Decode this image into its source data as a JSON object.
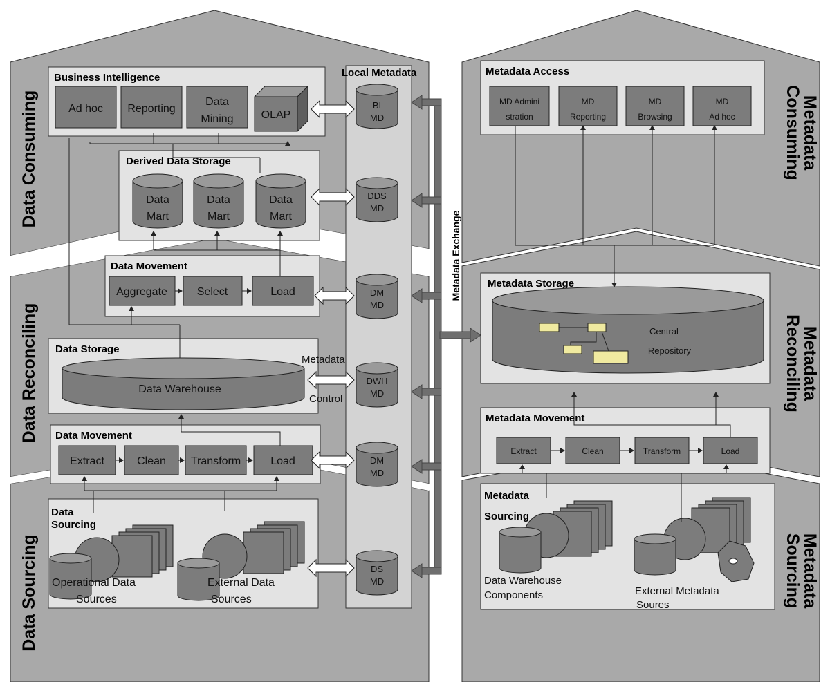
{
  "left_bands": {
    "consuming": "Data Consuming",
    "reconciling": "Data Reconciling",
    "sourcing": "Data Sourcing"
  },
  "right_bands": {
    "consuming_line1": "Metadata",
    "consuming_line2": "Consuming",
    "reconciling_line1": "Metadata",
    "reconciling_line2": "Reconciling",
    "sourcing_line1": "Metadata",
    "sourcing_line2": "Sourcing"
  },
  "business_intelligence": {
    "title": "Business Intelligence",
    "adhoc": "Ad hoc",
    "reporting": "Reporting",
    "datamining_line1": "Data",
    "datamining_line2": "Mining",
    "olap": "OLAP"
  },
  "derived_data_storage": {
    "title": "Derived Data Storage",
    "mart_line1": "Data",
    "mart_line2": "Mart"
  },
  "data_movement_upper": {
    "title": "Data Movement",
    "aggregate": "Aggregate",
    "select": "Select",
    "load": "Load"
  },
  "data_storage": {
    "title": "Data Storage",
    "warehouse": "Data Warehouse"
  },
  "data_movement_lower": {
    "title": "Data Movement",
    "extract": "Extract",
    "clean": "Clean",
    "transform": "Transform",
    "load": "Load"
  },
  "data_sourcing": {
    "title_line1": "Data",
    "title_line2": "Sourcing",
    "operational_line1": "Operational Data",
    "operational_line2": "Sources",
    "external_line1": "External Data",
    "external_line2": "Sources"
  },
  "local_metadata": {
    "title": "Local Metadata",
    "bi_line1": "BI",
    "bi_line2": "MD",
    "dds_line1": "DDS",
    "dds_line2": "MD",
    "dm_line1": "DM",
    "dm_line2": "MD",
    "dwh_line1": "DWH",
    "dwh_line2": "MD",
    "dm2_line1": "DM",
    "dm2_line2": "MD",
    "ds_line1": "DS",
    "ds_line2": "MD",
    "control_line1": "Metadata",
    "control_line2": "Control"
  },
  "metadata_exchange": "Metadata Exchange",
  "metadata_access": {
    "title": "Metadata Access",
    "admin_line1": "MD Admini",
    "admin_line2": "stration",
    "reporting_line1": "MD",
    "reporting_line2": "Reporting",
    "browsing_line1": "MD",
    "browsing_line2": "Browsing",
    "adhoc_line1": "MD",
    "adhoc_line2": "Ad hoc"
  },
  "metadata_storage": {
    "title": "Metadata Storage",
    "repo_line1": "Central",
    "repo_line2": "Repository"
  },
  "metadata_movement": {
    "title": "Metadata Movement",
    "extract": "Extract",
    "clean": "Clean",
    "transform": "Transform",
    "load": "Load"
  },
  "metadata_sourcing": {
    "title_line1": "Metadata",
    "title_line2": "Sourcing",
    "dwc_line1": "Data Warehouse",
    "dwc_line2": "Components",
    "ext_line1": "External Metadata",
    "ext_line2": "Soures"
  },
  "colors": {
    "band_fill": "#a9a9a9",
    "panel_fill": "#e3e3e3",
    "box_fill": "#7c7c7c",
    "arrow_fill": "#6f6f6f",
    "doc_fill": "#f0eaa0"
  }
}
